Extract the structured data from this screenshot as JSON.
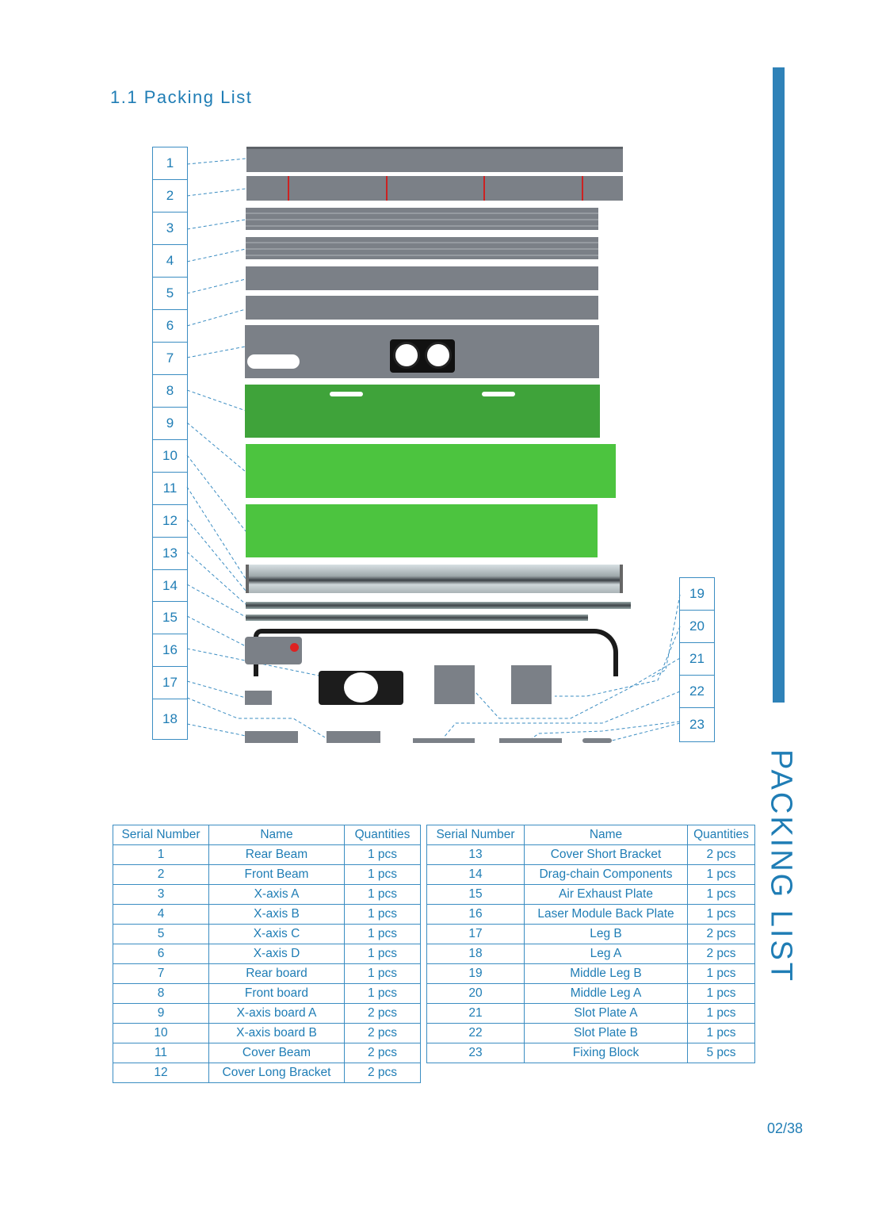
{
  "section_title": "1.1 Packing List",
  "side_title": "PACKING LIST",
  "page_number": "02/38",
  "callouts_left": [
    "1",
    "2",
    "3",
    "4",
    "5",
    "6",
    "7",
    "8",
    "9",
    "10",
    "11",
    "12",
    "13",
    "14",
    "15",
    "16",
    "17",
    "18"
  ],
  "callouts_right": [
    "19",
    "20",
    "21",
    "22",
    "23"
  ],
  "table_headers": {
    "serial": "Serial Number",
    "name": "Name",
    "qty": "Quantities"
  },
  "items_left": [
    {
      "serial": "1",
      "name": "Rear Beam",
      "qty": "1 pcs"
    },
    {
      "serial": "2",
      "name": "Front Beam",
      "qty": "1 pcs"
    },
    {
      "serial": "3",
      "name": "X-axis A",
      "qty": "1 pcs"
    },
    {
      "serial": "4",
      "name": "X-axis B",
      "qty": "1 pcs"
    },
    {
      "serial": "5",
      "name": "X-axis C",
      "qty": "1 pcs"
    },
    {
      "serial": "6",
      "name": "X-axis D",
      "qty": "1 pcs"
    },
    {
      "serial": "7",
      "name": "Rear board",
      "qty": "1 pcs"
    },
    {
      "serial": "8",
      "name": "Front board",
      "qty": "1 pcs"
    },
    {
      "serial": "9",
      "name": "X-axis  board A",
      "qty": "2 pcs"
    },
    {
      "serial": "10",
      "name": "X-axis board B",
      "qty": "2 pcs"
    },
    {
      "serial": "11",
      "name": "Cover Beam",
      "qty": "2 pcs"
    },
    {
      "serial": "12",
      "name": "Cover Long Bracket",
      "qty": "2 pcs"
    }
  ],
  "items_right": [
    {
      "serial": "13",
      "name": "Cover Short Bracket",
      "qty": "2 pcs"
    },
    {
      "serial": "14",
      "name": "Drag-chain Components",
      "qty": "1 pcs"
    },
    {
      "serial": "15",
      "name": "Air Exhaust Plate",
      "qty": "1 pcs"
    },
    {
      "serial": "16",
      "name": "Laser Module Back Plate",
      "qty": "1 pcs"
    },
    {
      "serial": "17",
      "name": "Leg B",
      "qty": "2 pcs"
    },
    {
      "serial": "18",
      "name": "Leg A",
      "qty": "2 pcs"
    },
    {
      "serial": "19",
      "name": "Middle Leg B",
      "qty": "1 pcs"
    },
    {
      "serial": "20",
      "name": "Middle Leg A",
      "qty": "1 pcs"
    },
    {
      "serial": "21",
      "name": "Slot Plate A",
      "qty": "1 pcs"
    },
    {
      "serial": "22",
      "name": "Slot Plate B",
      "qty": "1 pcs"
    },
    {
      "serial": "23",
      "name": "Fixing Block",
      "qty": "5 pcs"
    }
  ]
}
